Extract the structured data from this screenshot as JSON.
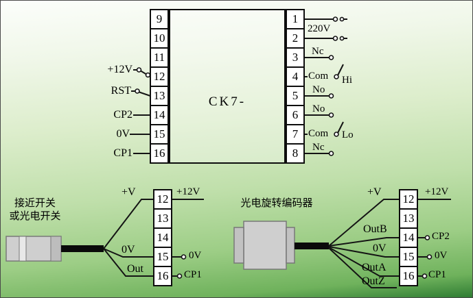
{
  "colors": {
    "background_top": "#fcfefb",
    "background_bottom": "#2f7d33",
    "wire": "#141414",
    "terminal_background": "#ffffff"
  },
  "ic": {
    "label": "CK7-",
    "left_terminals": [
      "9",
      "10",
      "11",
      "12",
      "13",
      "14",
      "15",
      "16"
    ],
    "right_terminals": [
      "1",
      "2",
      "3",
      "4",
      "5",
      "6",
      "7",
      "8"
    ],
    "left_pin_labels": {
      "p12": "+12V",
      "p13": "RST",
      "p14": "CP2",
      "p15": "0V",
      "p16": "CP1"
    },
    "right_pin_labels": {
      "power": "220V",
      "hi_nc": "Nc",
      "hi_com": "Com",
      "hi": "Hi",
      "hi_no": "No",
      "lo_no": "No",
      "lo_com": "Com",
      "lo": "Lo",
      "lo_nc": "Nc"
    }
  },
  "sensor": {
    "title_line1": "接近开关",
    "title_line2": "或光电开关",
    "terminals": [
      "12",
      "13",
      "14",
      "15",
      "16"
    ],
    "wires": {
      "v": "+V",
      "zero": "0V",
      "out": "Out"
    },
    "right": {
      "p12": "+12V",
      "p15": "0V",
      "p16": "CP1"
    }
  },
  "encoder": {
    "title": "光电旋转编码器",
    "terminals": [
      "12",
      "13",
      "14",
      "15",
      "16"
    ],
    "wires": {
      "v": "+V",
      "outb": "OutB",
      "zero": "0V",
      "outa": "OutA",
      "outz": "OutZ"
    },
    "right": {
      "p12": "+12V",
      "p14": "CP2",
      "p15": "0V",
      "p16": "CP1"
    }
  }
}
